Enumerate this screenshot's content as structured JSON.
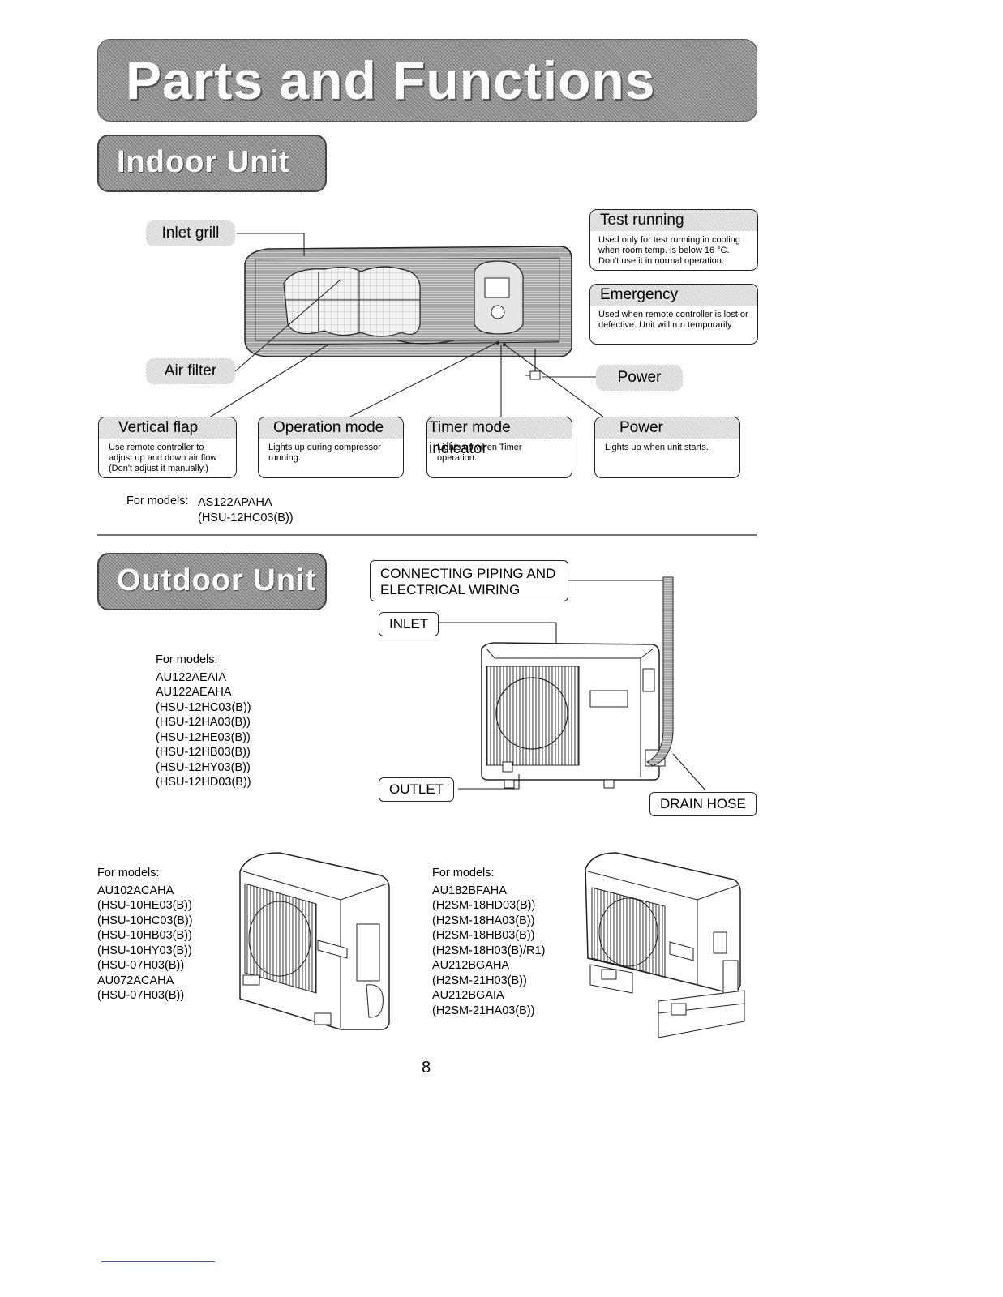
{
  "page_title": "Parts and Functions",
  "indoor": {
    "section_title": "Indoor Unit",
    "labels": {
      "inlet_grill": "Inlet grill",
      "air_filter": "Air filter",
      "power_plug": "Power"
    },
    "boxes": {
      "test_running": {
        "title": "Test running",
        "text": [
          "Used only for test running in cooling",
          "when room temp. is below 16 °C.",
          "Don't use it in normal operation."
        ]
      },
      "emergency": {
        "title": "Emergency",
        "text": [
          "Used when remote controller is lost or",
          "defective. Unit will run temporarily."
        ]
      },
      "vertical_flap": {
        "title": "Vertical  flap",
        "text": [
          "Use remote controller to",
          "adjust up and down air flow",
          "(Don't adjust it manually.)"
        ]
      },
      "operation_mode": {
        "title": "Operation mode",
        "text": [
          "Lights up during compressor",
          "running."
        ]
      },
      "timer_mode": {
        "title": "Timer mode indicator",
        "text": [
          "Lights up when Timer",
          "operation."
        ]
      },
      "power": {
        "title": "Power",
        "text": [
          "Lights up when unit starts."
        ]
      }
    },
    "models_label": "For models:",
    "models": [
      "AS122APAHA",
      "(HSU-12HC03(B))"
    ]
  },
  "outdoor": {
    "section_title": "Outdoor Unit",
    "labels": {
      "connecting": [
        "CONNECTING PIPING AND",
        "ELECTRICAL WIRING"
      ],
      "inlet": "INLET",
      "outlet": "OUTLET",
      "drain_hose": "DRAIN HOSE"
    },
    "group1": {
      "label": "For models:",
      "models": [
        "AU122AEAIA",
        "AU122AEAHA",
        "(HSU-12HC03(B))",
        "(HSU-12HA03(B))",
        "(HSU-12HE03(B))",
        "(HSU-12HB03(B))",
        "(HSU-12HY03(B))",
        "(HSU-12HD03(B))"
      ]
    },
    "group2": {
      "label": "For models:",
      "models": [
        "AU102ACAHA",
        "(HSU-10HE03(B))",
        "(HSU-10HC03(B))",
        "(HSU-10HB03(B))",
        "(HSU-10HY03(B))",
        "(HSU-07H03(B))",
        "AU072ACAHA",
        "(HSU-07H03(B))"
      ]
    },
    "group3": {
      "label": "For models:",
      "models": [
        "AU182BFAHA",
        "(H2SM-18HD03(B))",
        "(H2SM-18HA03(B))",
        "(H2SM-18HB03(B))",
        "(H2SM-18H03(B)/R1)",
        "AU212BGAHA",
        "(H2SM-21H03(B))",
        "AU212BGAIA",
        "(H2SM-21HA03(B))"
      ]
    }
  },
  "page_number": "8"
}
